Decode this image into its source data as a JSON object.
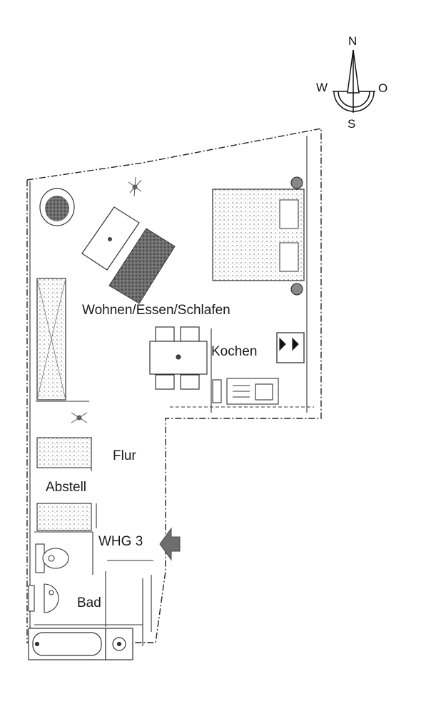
{
  "compass": {
    "north": "N",
    "south": "S",
    "west": "W",
    "east": "O"
  },
  "rooms": {
    "living": "Wohnen/Essen/Schlafen",
    "kitchen": "Kochen",
    "hall": "Flur",
    "storage": "Abstell",
    "bath": "Bad"
  },
  "entrance": {
    "label": "WHG 3"
  },
  "colors": {
    "ink": "#1a1a1a",
    "shade": "#6e6e6e",
    "paper": "#ffffff"
  }
}
